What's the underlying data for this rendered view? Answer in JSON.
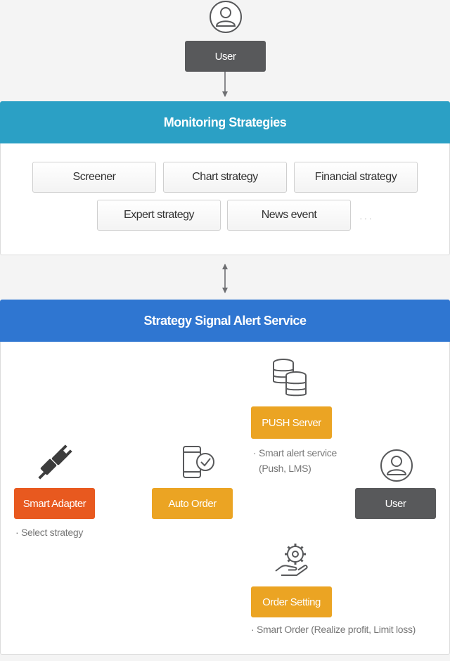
{
  "user_top": {
    "label": "User",
    "icon": "user-icon"
  },
  "monitoring": {
    "title": "Monitoring Strategies",
    "color": "#2ba0c5",
    "items": [
      "Screener",
      "Chart strategy",
      "Financial strategy",
      "Expert strategy",
      "News event"
    ],
    "more": "···"
  },
  "signal": {
    "title": "Strategy Signal Alert Service",
    "color": "#2f76d1",
    "smart_adapter": {
      "label": "Smart Adapter",
      "note": "· Select strategy",
      "color": "#e8591f",
      "icon": "plug-icon"
    },
    "auto_order": {
      "label": "Auto Order",
      "color": "#eba423",
      "icon": "mobile-check-icon"
    },
    "push_server": {
      "label": "PUSH Server",
      "note_line1": "· Smart alert service",
      "note_line2": "(Push, LMS)",
      "color": "#eba423",
      "icon": "database-icon"
    },
    "user": {
      "label": "User",
      "color": "#58595b",
      "icon": "user-icon"
    },
    "order_setting": {
      "label": "Order Setting",
      "note": "· Smart Order (Realize profit, Limit loss)",
      "color": "#eba423",
      "icon": "hand-gear-icon"
    }
  }
}
